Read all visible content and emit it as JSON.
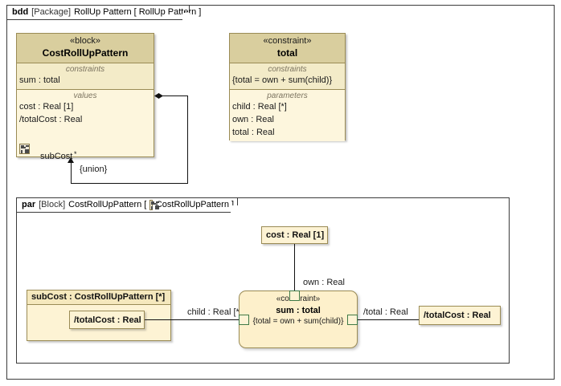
{
  "bdd_frame": {
    "kind": "bdd",
    "meta": "[Package]",
    "name": "RollUp Pattern",
    "open_bracket": "[",
    "view": "RollUp Pattern",
    "close_bracket": "]"
  },
  "par_frame": {
    "kind": "par",
    "meta": "[Block]",
    "name": "CostRollUpPattern",
    "open_bracket": "[",
    "icon": "sysml-block-icon",
    "view": "CostRollUpPattern",
    "close_bracket": "]"
  },
  "block_costrolluppattern": {
    "stereotype": "«block»",
    "name": "CostRollUpPattern",
    "constraints_title": "constraints",
    "constraints": [
      "sum : total"
    ],
    "values_title": "values",
    "values": [
      "cost : Real [1]",
      "/totalCost : Real"
    ],
    "icon": "sysml-block-icon"
  },
  "block_total": {
    "stereotype": "«constraint»",
    "name": "total",
    "constraints_title": "constraints",
    "constraints": [
      "{total = own + sum(child)}"
    ],
    "parameters_title": "parameters",
    "parameters": [
      "child : Real [*]",
      "own : Real",
      "total : Real"
    ]
  },
  "association": {
    "end_label": "subCost",
    "end_multiplicity": "*",
    "property_modifier": "{union}"
  },
  "par_diagram": {
    "cost_property": "cost : Real [1]",
    "subcost_part": {
      "header": "subCost : CostRollUpPattern [*]",
      "nested_property": "/totalCost : Real"
    },
    "constraint_node": {
      "stereotype": "«constraint»",
      "name": "sum : total",
      "expression": "{total = own + sum(child)}"
    },
    "totalcost_property": "/totalCost : Real",
    "binding_labels": {
      "own": "own : Real",
      "child": "child : Real [*]",
      "total": "/total : Real"
    },
    "ports": {
      "own_port": "own",
      "child_port": "child",
      "total_port": "total"
    }
  },
  "colors": {
    "block_header": "#d9ce9e",
    "block_body": "#fdf6dd",
    "compartment": "#f3ebc8",
    "border": "#9a8b55",
    "port_border": "#3f7a46",
    "frame_border": "#3b3b3b",
    "line": "#111111"
  }
}
